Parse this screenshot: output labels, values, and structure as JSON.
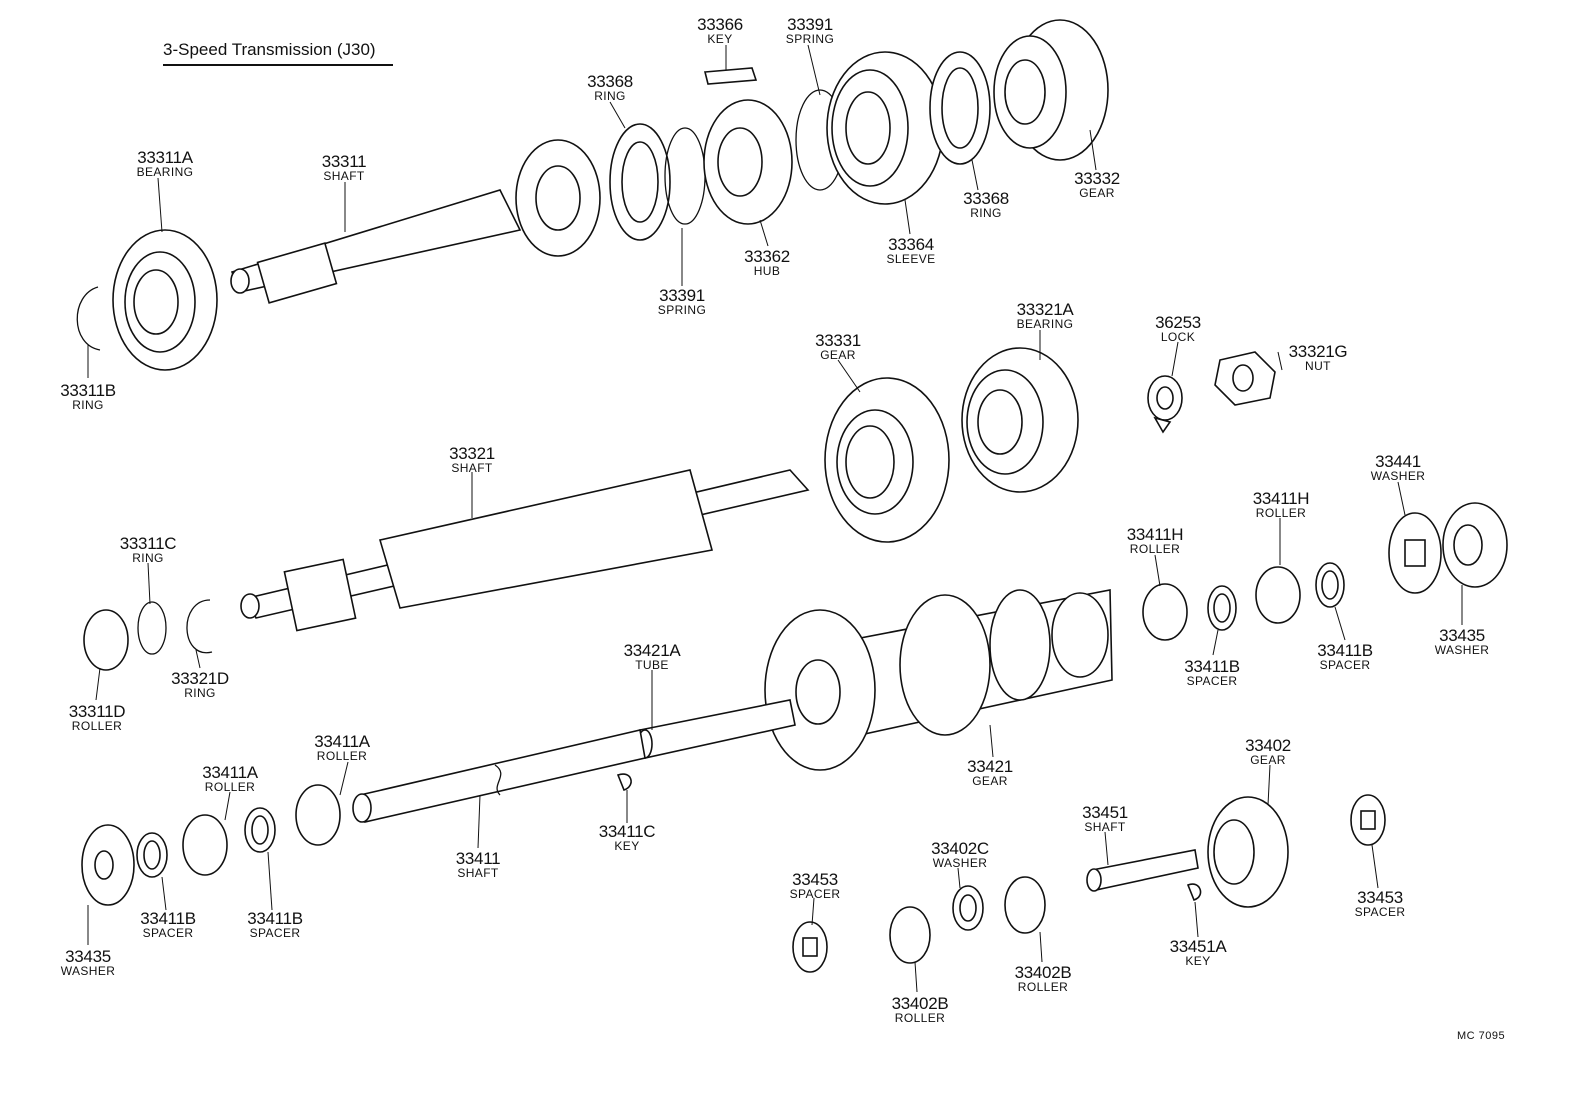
{
  "title": "3-Speed Transmission (J30)",
  "drawing_code": "MC  7095",
  "parts": [
    {
      "id": "p33366",
      "number": "33366",
      "name": "KEY"
    },
    {
      "id": "p33391a",
      "number": "33391",
      "name": "SPRING"
    },
    {
      "id": "p33368a",
      "number": "33368",
      "name": "RING"
    },
    {
      "id": "p33311A",
      "number": "33311A",
      "name": "BEARING"
    },
    {
      "id": "p33311",
      "number": "33311",
      "name": "SHAFT"
    },
    {
      "id": "p33332",
      "number": "33332",
      "name": "GEAR"
    },
    {
      "id": "p33368b",
      "number": "33368",
      "name": "RING"
    },
    {
      "id": "p33362",
      "number": "33362",
      "name": "HUB"
    },
    {
      "id": "p33364",
      "number": "33364",
      "name": "SLEEVE"
    },
    {
      "id": "p33391b",
      "number": "33391",
      "name": "SPRING"
    },
    {
      "id": "p33321A",
      "number": "33321A",
      "name": "BEARING"
    },
    {
      "id": "p33331",
      "number": "33331",
      "name": "GEAR"
    },
    {
      "id": "p36253",
      "number": "36253",
      "name": "LOCK"
    },
    {
      "id": "p33321G",
      "number": "33321G",
      "name": "NUT"
    },
    {
      "id": "p33311B",
      "number": "33311B",
      "name": "RING"
    },
    {
      "id": "p33321",
      "number": "33321",
      "name": "SHAFT"
    },
    {
      "id": "p33441",
      "number": "33441",
      "name": "WASHER"
    },
    {
      "id": "p33411Ha",
      "number": "33411H",
      "name": "ROLLER"
    },
    {
      "id": "p33411Hb",
      "number": "33411H",
      "name": "ROLLER"
    },
    {
      "id": "p33311C",
      "number": "33311C",
      "name": "RING"
    },
    {
      "id": "p33435a",
      "number": "33435",
      "name": "WASHER"
    },
    {
      "id": "p33411Ba",
      "number": "33411B",
      "name": "SPACER"
    },
    {
      "id": "p33411Bb",
      "number": "33411B",
      "name": "SPACER"
    },
    {
      "id": "p33421A",
      "number": "33421A",
      "name": "TUBE"
    },
    {
      "id": "p33321D",
      "number": "33321D",
      "name": "RING"
    },
    {
      "id": "p33311D",
      "number": "33311D",
      "name": "ROLLER"
    },
    {
      "id": "p33411Aa",
      "number": "33411A",
      "name": "ROLLER"
    },
    {
      "id": "p33402",
      "number": "33402",
      "name": "GEAR"
    },
    {
      "id": "p33421",
      "number": "33421",
      "name": "GEAR"
    },
    {
      "id": "p33411Ab",
      "number": "33411A",
      "name": "ROLLER"
    },
    {
      "id": "p33451",
      "number": "33451",
      "name": "SHAFT"
    },
    {
      "id": "p33411C",
      "number": "33411C",
      "name": "KEY"
    },
    {
      "id": "p33411",
      "number": "33411",
      "name": "SHAFT"
    },
    {
      "id": "p33402C",
      "number": "33402C",
      "name": "WASHER"
    },
    {
      "id": "p33453a",
      "number": "33453",
      "name": "SPACER"
    },
    {
      "id": "p33453b",
      "number": "33453",
      "name": "SPACER"
    },
    {
      "id": "p33435b",
      "number": "33435",
      "name": "WASHER"
    },
    {
      "id": "p33411Bc",
      "number": "33411B",
      "name": "SPACER"
    },
    {
      "id": "p33411Bd",
      "number": "33411B",
      "name": "SPACER"
    },
    {
      "id": "p33402B1",
      "number": "33402B",
      "name": "ROLLER"
    },
    {
      "id": "p33451A",
      "number": "33451A",
      "name": "KEY"
    },
    {
      "id": "p33402B2",
      "number": "33402B",
      "name": "ROLLER"
    }
  ]
}
